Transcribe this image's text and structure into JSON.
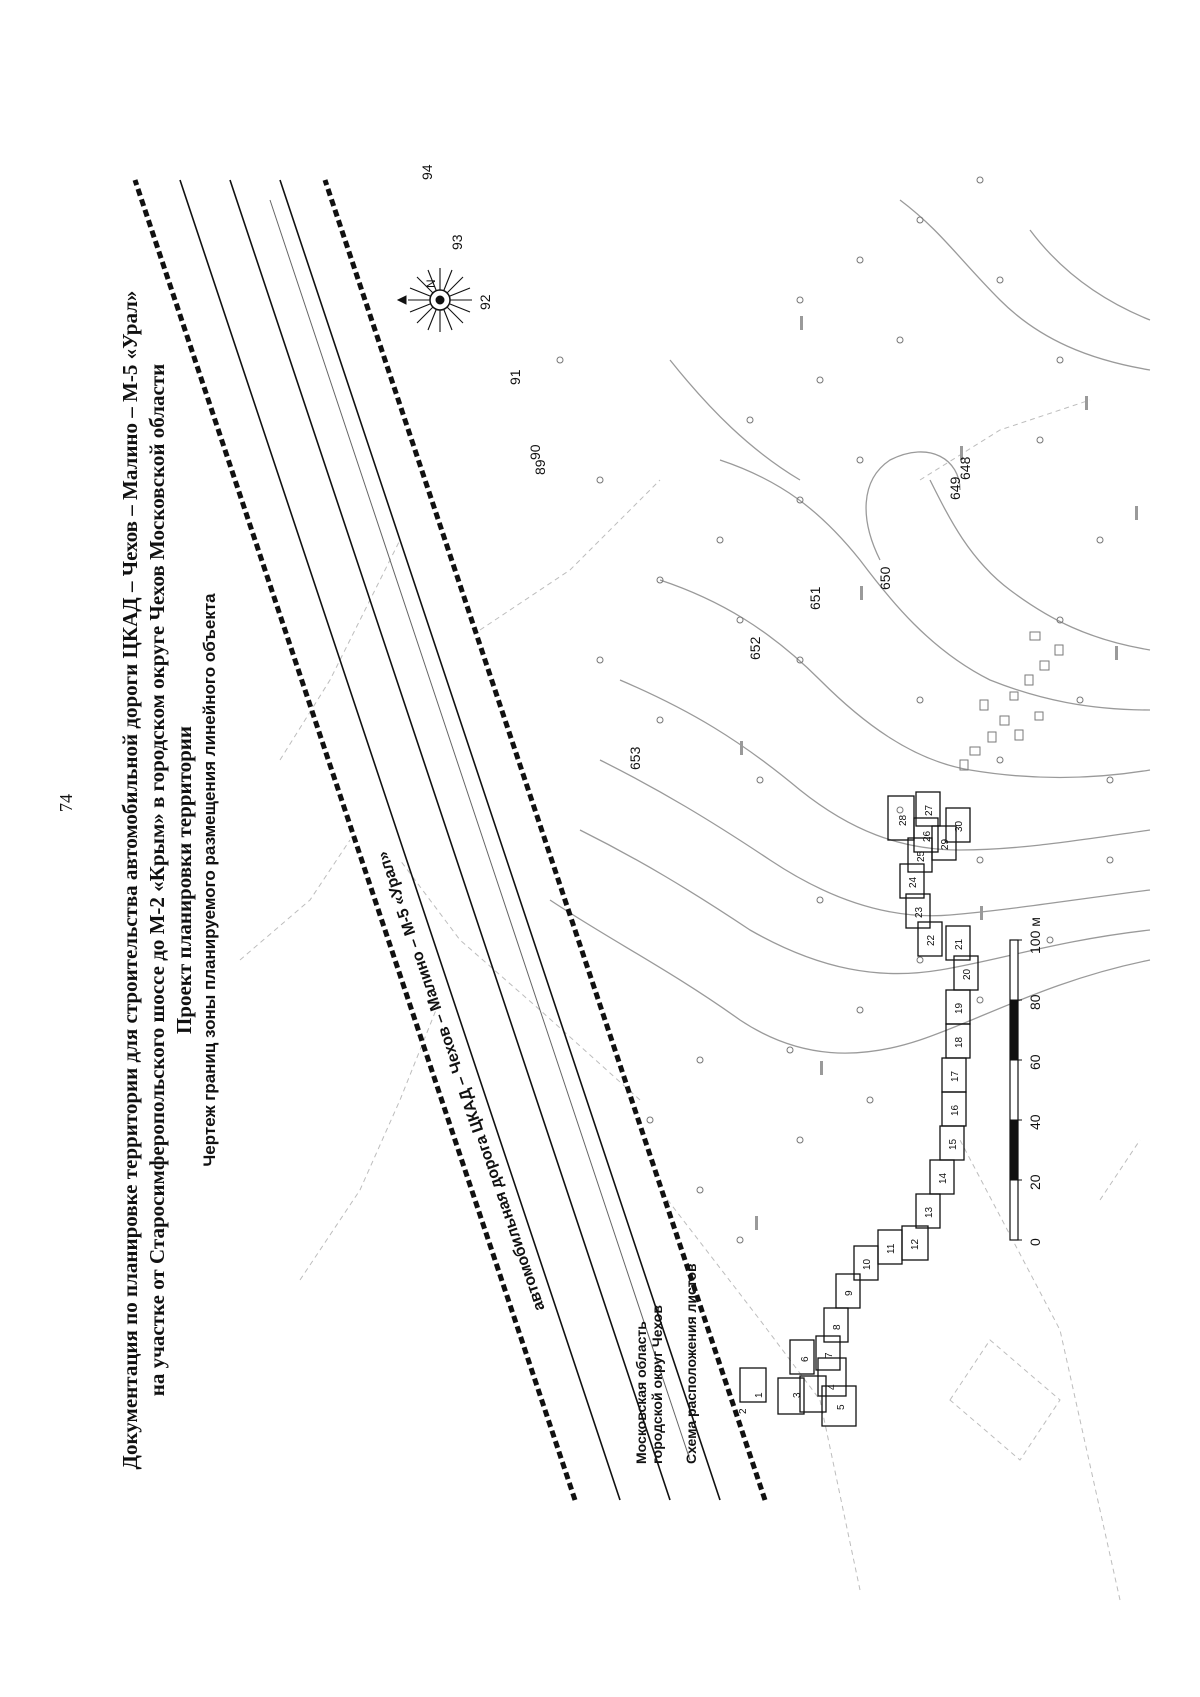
{
  "page_number": "74",
  "title": {
    "line1": "Документация по планировке территории для строительства автомобильной дороги ЦКАД – Чехов – Малино – М-5 «Урал»",
    "line2": "на участке от Старосимферопольского шоссе до М-2 «Крым» в городском округе Чехов Московской области",
    "line3": "Проект планировки территории",
    "subtitle": "Чертеж границ зоны планируемого размещения линейного объекта"
  },
  "map": {
    "road_label": "автомобильная дорога ЦКАД – Чехов – Малино – М-5 «Урал»",
    "compass_letter": "N",
    "elevations": [
      "653",
      "652",
      "651",
      "650",
      "649",
      "648"
    ],
    "pickets": [
      "89",
      "90",
      "91",
      "92",
      "93",
      "94"
    ],
    "colors": {
      "line": "#111111",
      "contour": "#9a9a9a",
      "boundary": "#222222"
    }
  },
  "sheet_layout": {
    "region": "Московская область",
    "district": "городской округ Чехов",
    "label": "Схема расположения листов",
    "sheet_numbers": [
      "1",
      "2",
      "3",
      "4",
      "5",
      "6",
      "7",
      "8",
      "9",
      "10",
      "11",
      "12",
      "13",
      "14",
      "15",
      "16",
      "17",
      "18",
      "19",
      "20",
      "21",
      "22",
      "23",
      "24",
      "25",
      "26",
      "27",
      "28",
      "29",
      "30"
    ]
  },
  "scale_bar": {
    "ticks": [
      "0",
      "20",
      "40",
      "60",
      "80",
      "100 м"
    ]
  }
}
